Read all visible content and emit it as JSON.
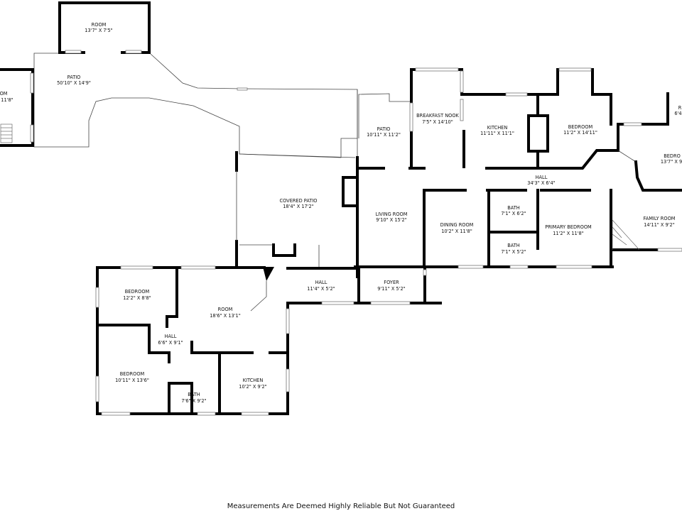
{
  "rooms": {
    "room_top": {
      "name": "ROOM",
      "dims": "13'7\" X 7'5\""
    },
    "patio_large": {
      "name": "PATIO",
      "dims": "50'10\" X 14'9\""
    },
    "room_left_partial": {
      "name": "OM",
      "dims": "11'8\""
    },
    "patio_small": {
      "name": "PATIO",
      "dims": "10'11\" X 11'2\""
    },
    "breakfast_nook": {
      "name": "BREAKFAST NOOK",
      "dims": "7'5\" X 14'10\""
    },
    "kitchen_main": {
      "name": "KITCHEN",
      "dims": "11'11\" X 11'1\""
    },
    "bedroom_north": {
      "name": "BEDROOM",
      "dims": "11'2\" X 14'11\""
    },
    "room_right_partial": {
      "name": "R",
      "dims": "6'4\""
    },
    "bedroom_right_partial": {
      "name": "BEDRO",
      "dims": "13'7\" X 9"
    },
    "hall_main": {
      "name": "HALL",
      "dims": "34'3\" X 6'4\""
    },
    "covered_patio": {
      "name": "COVERED PATIO",
      "dims": "18'4\" X 17'2\""
    },
    "living_room": {
      "name": "LIVING ROOM",
      "dims": "9'10\" X 15'2\""
    },
    "dining_room": {
      "name": "DINING ROOM",
      "dims": "10'2\" X 11'8\""
    },
    "bath_upper": {
      "name": "BATH",
      "dims": "7'1\" X 6'2\""
    },
    "bath_lower": {
      "name": "BATH",
      "dims": "7'1\" X 5'2\""
    },
    "primary_bedroom": {
      "name": "PRIMARY BEDROOM",
      "dims": "11'2\" X 11'8\""
    },
    "family_room": {
      "name": "FAMILY ROOM",
      "dims": "14'11\" X 9'2\""
    },
    "hall_entry": {
      "name": "HALL",
      "dims": "11'4\" X 5'2\""
    },
    "foyer": {
      "name": "FOYER",
      "dims": "9'11\" X 5'2\""
    },
    "bedroom_wing_top": {
      "name": "BEDROOM",
      "dims": "12'2\" X 8'8\""
    },
    "room_wing": {
      "name": "ROOM",
      "dims": "18'6\" X 13'1\""
    },
    "hall_wing": {
      "name": "HALL",
      "dims": "6'6\" X 9'1\""
    },
    "bedroom_wing_bottom": {
      "name": "BEDROOM",
      "dims": "10'11\" X 13'6\""
    },
    "bath_wing": {
      "name": "BATH",
      "dims": "7'6\" X 9'2\""
    },
    "kitchen_wing": {
      "name": "KITCHEN",
      "dims": "10'2\" X 9'2\""
    }
  },
  "footer": "Measurements Are Deemed Highly Reliable But Not Guaranteed"
}
